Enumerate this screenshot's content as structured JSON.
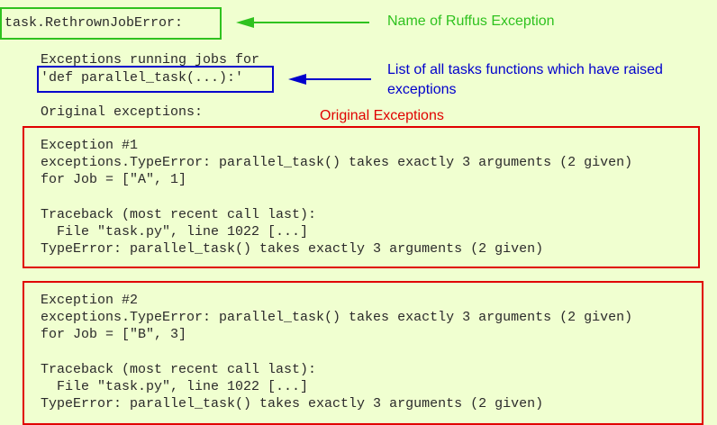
{
  "colors": {
    "background": "#f0ffd0",
    "green": "#2fc21f",
    "blue": "#0000cc",
    "red": "#e00000",
    "code_text": "#2a2a2a"
  },
  "header": {
    "exception_name": "task.RethrownJobError:"
  },
  "annotations": {
    "name_note": "Name of Ruffus Exception",
    "tasks_note_line1": "List of all tasks functions which have raised",
    "tasks_note_line2": "exceptions",
    "original_note": "Original Exceptions"
  },
  "body": {
    "running_label": "Exceptions running jobs for",
    "task_signature": "'def parallel_task(...):'",
    "original_label": "Original exceptions:"
  },
  "exceptions": [
    {
      "title": "Exception #1",
      "type_line": "exceptions.TypeError: parallel_task() takes exactly 3 arguments (2 given)",
      "job_line": "for Job = [\"A\", 1]",
      "traceback_header": "Traceback (most recent call last):",
      "file_line": "  File \"task.py\", line 1022 [...]",
      "error_line": "TypeError: parallel_task() takes exactly 3 arguments (2 given)"
    },
    {
      "title": "Exception #2",
      "type_line": "exceptions.TypeError: parallel_task() takes exactly 3 arguments (2 given)",
      "job_line": "for Job = [\"B\", 3]",
      "traceback_header": "Traceback (most recent call last):",
      "file_line": "  File \"task.py\", line 1022 [...]",
      "error_line": "TypeError: parallel_task() takes exactly 3 arguments (2 given)"
    }
  ]
}
